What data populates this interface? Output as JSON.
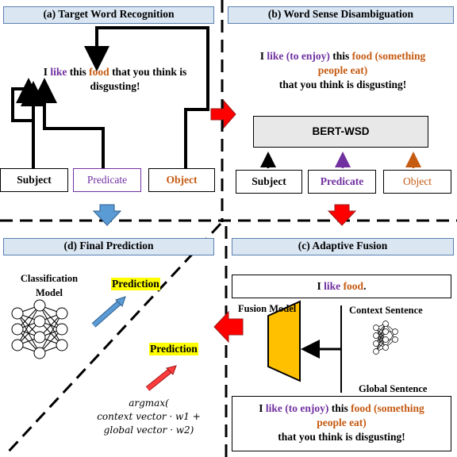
{
  "panels": {
    "a": {
      "title": "(a) Target Word Recognition"
    },
    "b": {
      "title": "(b) Word Sense Disambiguation"
    },
    "c": {
      "title": "(c) Adaptive Fusion"
    },
    "d": {
      "title": "(d) Final Prediction"
    }
  },
  "sentence_a": {
    "w1": "I ",
    "w2": "like",
    "w3": " this ",
    "w4": "food",
    "w5": " that you think is",
    "line2": "disgusting!"
  },
  "sentence_b": {
    "w1": "I ",
    "w2": "like (to enjoy)",
    "w3": " this ",
    "w4": "food (something",
    "line2": "people eat)",
    "line3": "that you think is disgusting!"
  },
  "labels_a": {
    "subject": "Subject",
    "predicate": "Predicate",
    "object": "Object"
  },
  "labels_b": {
    "subject": "Subject",
    "predicate": "Predicate",
    "object": "Object"
  },
  "bert": "BERT-WSD",
  "fusion": {
    "top_sentence": {
      "w1": "I ",
      "w2": "like",
      "w3": " ",
      "w4": "food",
      "w5": "."
    },
    "model_label": "Fusion Model",
    "context_label": "Context Sentence",
    "global_label": "Global Sentence",
    "bottom_sentence": {
      "w1": "I ",
      "w2": "like (to enjoy)",
      "w3": " this ",
      "w4": "food (something",
      "line2": "people eat)",
      "line3": "that you think is disgusting!"
    }
  },
  "final": {
    "model_line1": "Classification",
    "model_line2": "Model",
    "prediction1": "Prediction",
    "prediction2": "Prediction",
    "formula_line1": "argmax(",
    "formula_line2": "context vector · w1 +",
    "formula_line3": "global vector · w2)"
  },
  "colors": {
    "header_bg": "#dae6f2",
    "purple": "#7030a0",
    "orange": "#c55a11",
    "red": "#ff0000",
    "blue": "#5b9bd5",
    "gold": "#ffc000",
    "highlight": "#ffff00"
  }
}
